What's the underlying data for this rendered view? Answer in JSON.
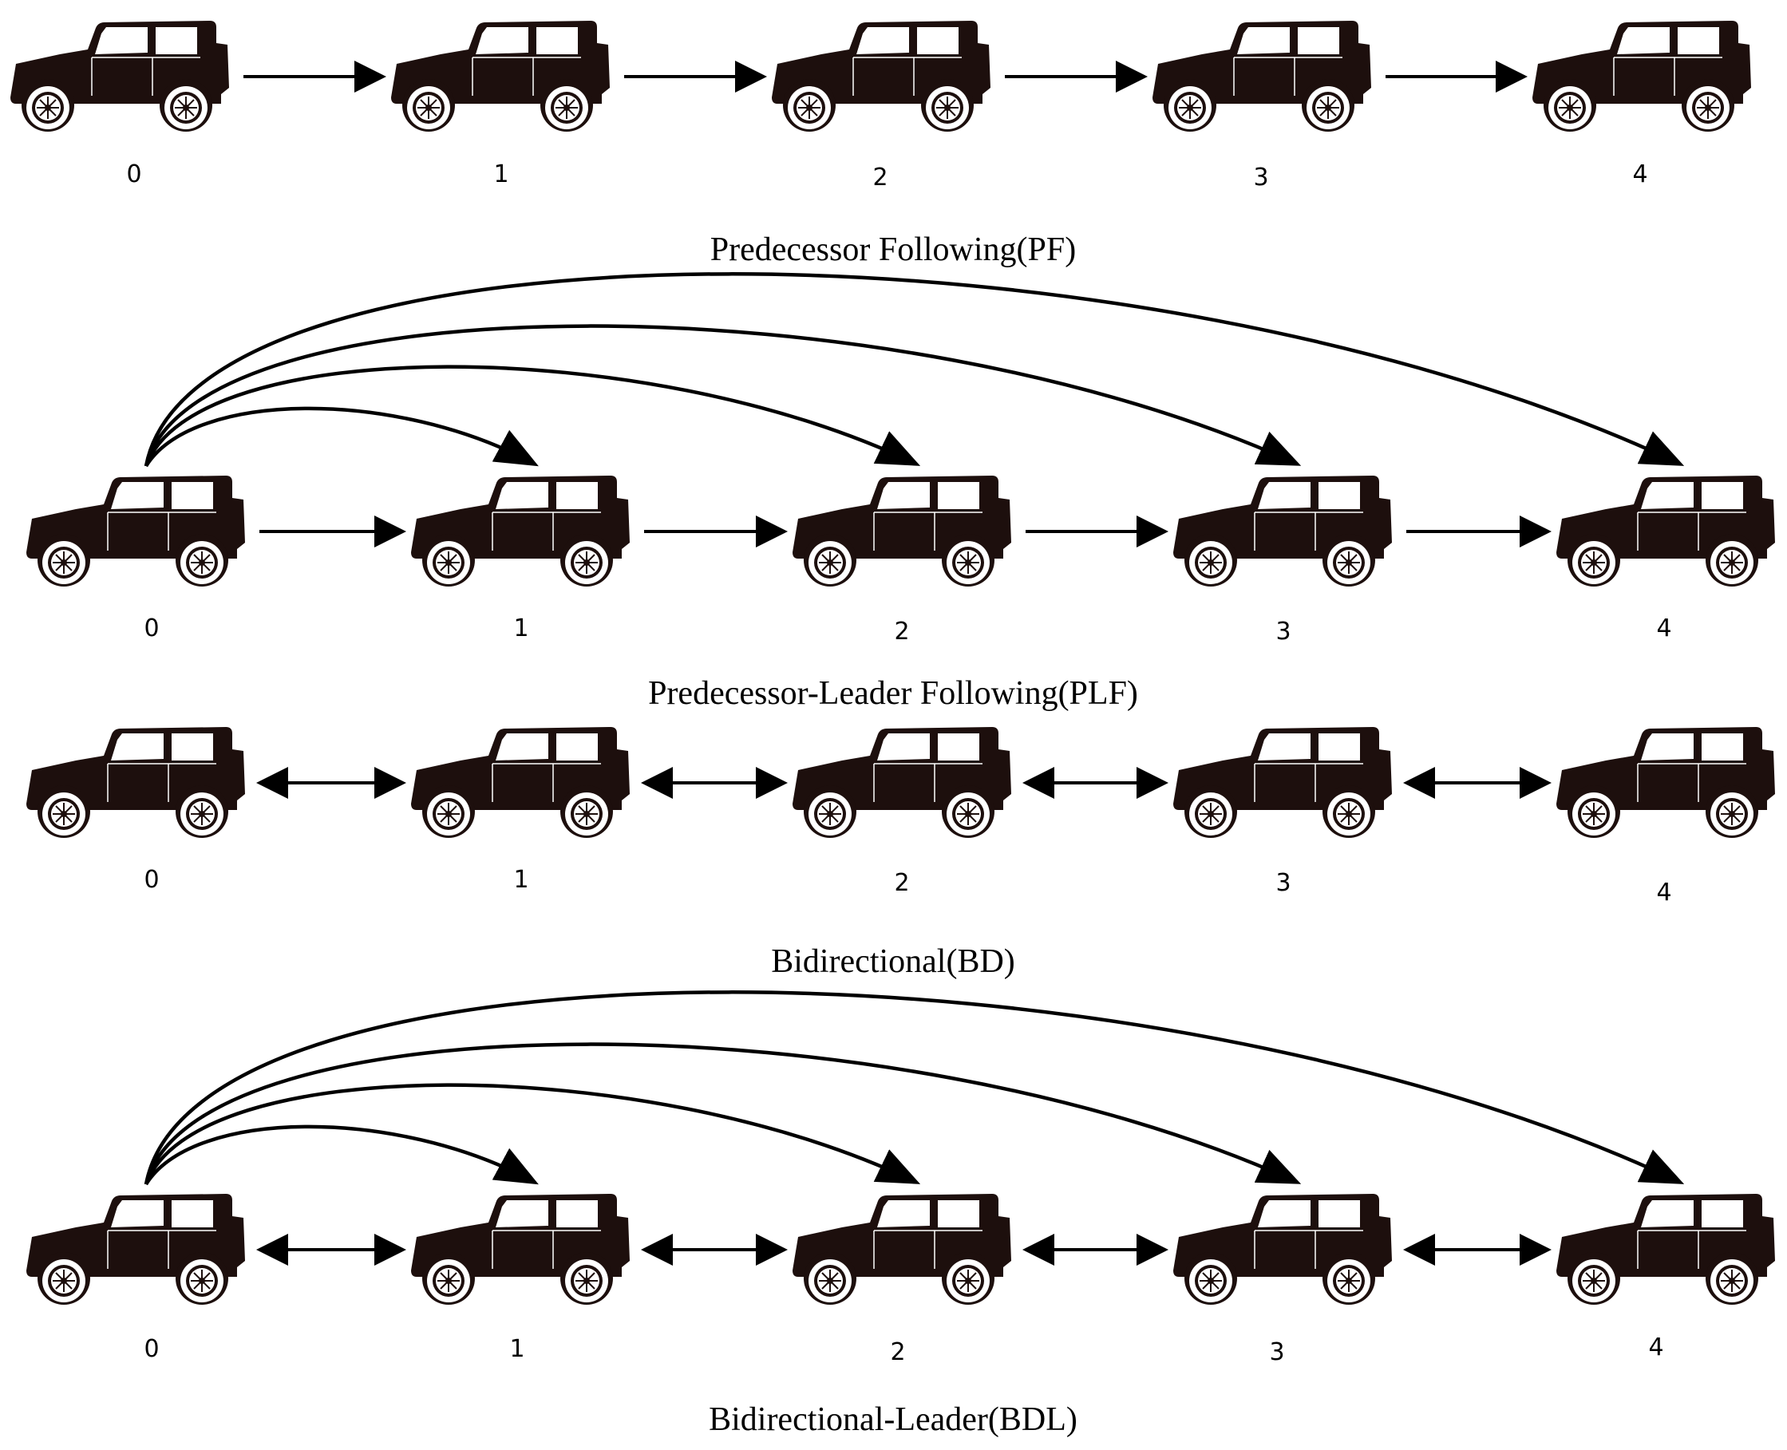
{
  "diagrams": [
    {
      "caption": "Predecessor Following(PF)",
      "vehicles": [
        "0",
        "1",
        "2",
        "3",
        "4"
      ],
      "link_type": "unidirectional",
      "leader_links": false
    },
    {
      "caption": "Predecessor-Leader Following(PLF)",
      "vehicles": [
        "0",
        "1",
        "2",
        "3",
        "4"
      ],
      "link_type": "unidirectional",
      "leader_links": true
    },
    {
      "caption": "Bidirectional(BD)",
      "vehicles": [
        "0",
        "1",
        "2",
        "3",
        "4"
      ],
      "link_type": "bidirectional",
      "leader_links": false
    },
    {
      "caption": "Bidirectional-Leader(BDL)",
      "vehicles": [
        "0",
        "1",
        "2",
        "3",
        "4"
      ],
      "link_type": "bidirectional",
      "leader_links": true
    }
  ],
  "colors": {
    "vehicle": "#1d0f0d",
    "line": "#000000",
    "background": "#ffffff"
  },
  "icon": "suv-icon"
}
